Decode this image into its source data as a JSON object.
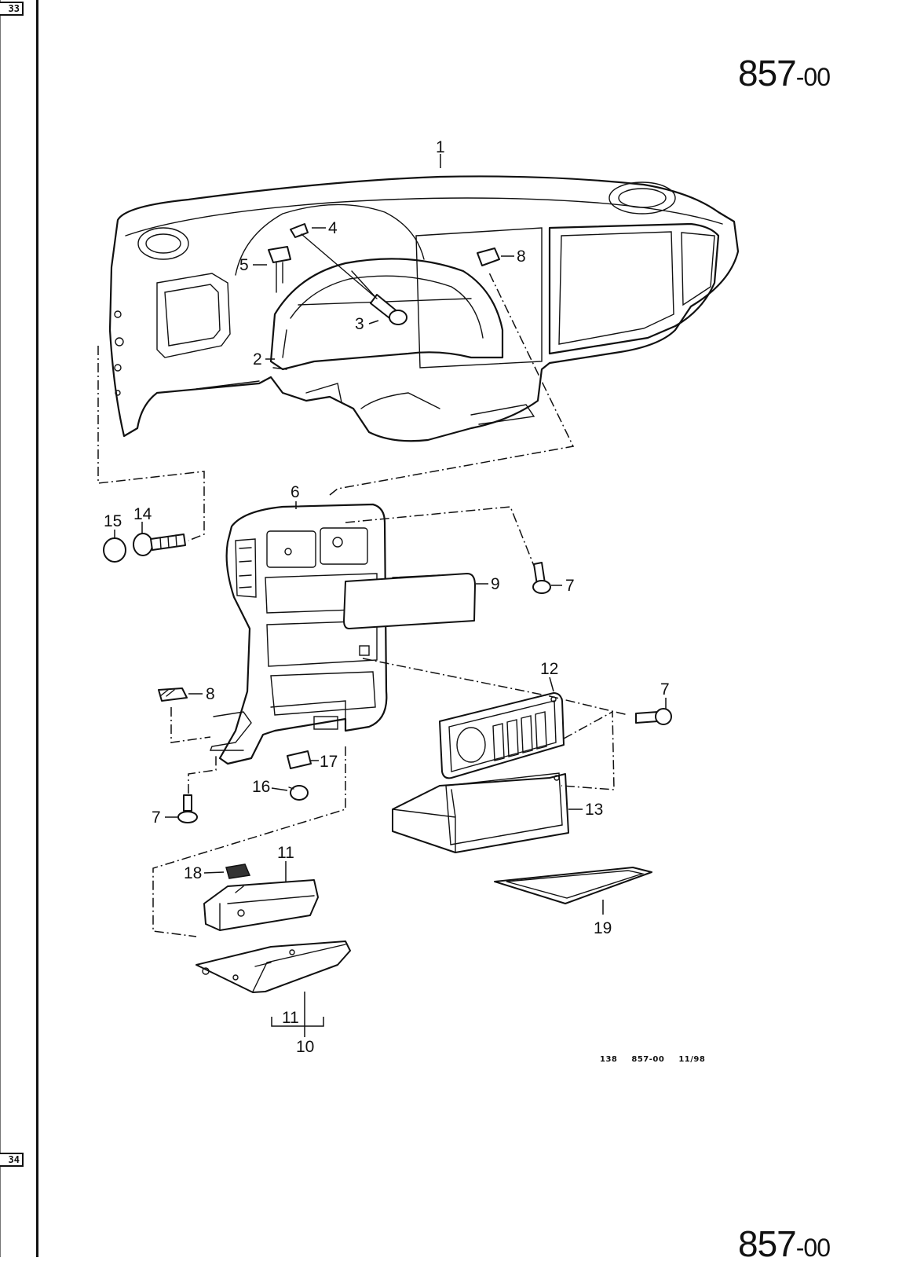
{
  "header": {
    "tab_top": "33",
    "tab_bottom": "34",
    "page_code_main": "857",
    "page_code_suffix": "-00"
  },
  "footer": {
    "ref_1": "138",
    "ref_2": "857-00",
    "ref_3": "11/98"
  },
  "callouts": [
    "1",
    "2",
    "3",
    "4",
    "5",
    "6",
    "7",
    "8",
    "9",
    "10",
    "11",
    "12",
    "13",
    "14",
    "15",
    "16",
    "17",
    "18",
    "19"
  ]
}
